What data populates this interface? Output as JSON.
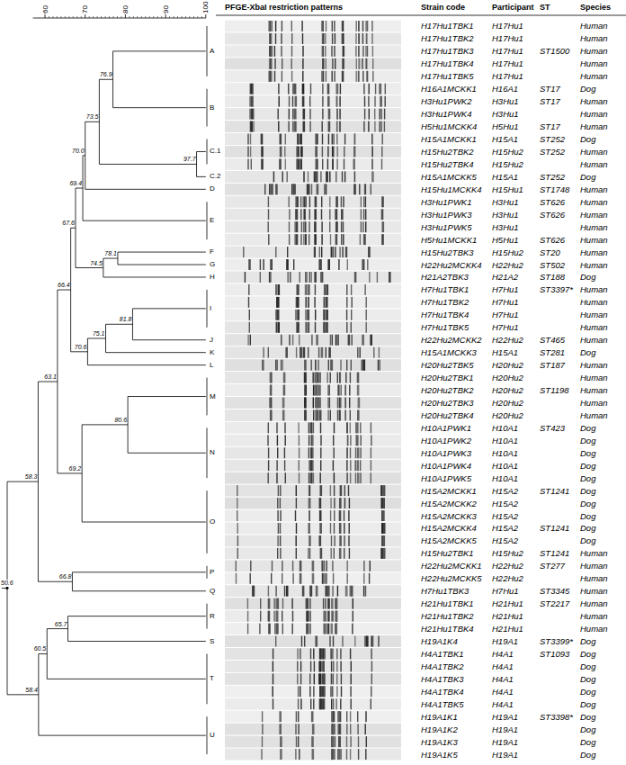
{
  "diagram": {
    "labels": [
      "PFGE-XbaI restriction patterns",
      "Strain code",
      "Participant",
      "ST",
      "Species",
      "60",
      "70",
      "80",
      "90",
      "100",
      "A",
      "B",
      "C.1",
      "C.2",
      "D",
      "E",
      "F",
      "G",
      "H",
      "I",
      "J",
      "K",
      "L",
      "M",
      "N",
      "O",
      "P",
      "Q",
      "R",
      "S",
      "T",
      "U",
      "76.9",
      "97.7",
      "73.5",
      "70.0",
      "69.4",
      "78.1",
      "74.5",
      "67.6",
      "81.8",
      "75.1",
      "70.6",
      "66.4",
      "80.6",
      "69.2",
      "63.1",
      "66.8",
      "58.3",
      "65.7",
      "60.5",
      "58.4",
      "50.6",
      "H17Hu1TBK1",
      "H17Hu1",
      "Human",
      "H17Hu1TBK2",
      "H17Hu1",
      "Human",
      "H17Hu1TBK3",
      "H17Hu1",
      "ST1500",
      "Human",
      "H17Hu1TBK4",
      "H17Hu1",
      "Human",
      "H17Hu1TBK5",
      "H17Hu1",
      "Human",
      "H16A1MCKK1",
      "H16A1",
      "ST17",
      "Dog",
      "H3Hu1PWK2",
      "H3Hu1",
      "ST17",
      "Human",
      "H3Hu1PWK4",
      "H3Hu1",
      "Human",
      "H5Hu1MCKK4",
      "H5Hu1",
      "ST17",
      "Human",
      "H15A1MCKK1",
      "H15A1",
      "ST252",
      "Dog",
      "H15Hu2TBK2",
      "H15Hu2",
      "ST252",
      "Human",
      "H15Hu2TBK4",
      "H15Hu2",
      "Human",
      "H15A1MCKK5",
      "H15A1",
      "ST252",
      "Dog",
      "H15Hu1MCKK4",
      "H15Hu1",
      "ST1748",
      "Human",
      "H3Hu1PWK1",
      "H3Hu1",
      "ST626",
      "Human",
      "H3Hu1PWK3",
      "H3Hu1",
      "ST626",
      "Human",
      "H3Hu1PWK5",
      "H3Hu1",
      "Human",
      "H5Hu1MCKK1",
      "H5Hu1",
      "ST626",
      "Human",
      "H15Hu2TBK3",
      "H15Hu2",
      "ST20",
      "Human",
      "H22Hu2MCKK4",
      "H22Hu2",
      "ST502",
      "Human",
      "H21A2TBK3",
      "H21A2",
      "ST188",
      "Dog",
      "H7Hu1TBK1",
      "H7Hu1",
      "ST3397*",
      "Human",
      "H7Hu1TBK2",
      "H7Hu1",
      "Human",
      "H7Hu1TBK4",
      "H7Hu1",
      "Human",
      "H7Hu1TBK5",
      "H7Hu1",
      "Human",
      "H22Hu2MCKK2",
      "H22Hu2",
      "ST465",
      "Human",
      "H15A1MCKK3",
      "H15A1",
      "ST281",
      "Dog",
      "H20Hu2TBK5",
      "H20Hu2",
      "ST187",
      "Human",
      "H20Hu2TBK1",
      "H20Hu2",
      "Human",
      "H20Hu2TBK2",
      "H20Hu2",
      "ST1198",
      "Human",
      "H20Hu2TBK3",
      "H20Hu2",
      "Human",
      "H20Hu2TBK4",
      "H20Hu2",
      "Human",
      "H10A1PWK1",
      "H10A1",
      "ST423",
      "Dog",
      "H10A1PWK2",
      "H10A1",
      "Dog",
      "H10A1PWK3",
      "H10A1",
      "Dog",
      "H10A1PWK4",
      "H10A1",
      "Dog",
      "H10A1PWK5",
      "H10A1",
      "Dog",
      "H15A2MCKK1",
      "H15A2",
      "ST1241",
      "Dog",
      "H15A2MCKK2",
      "H15A2",
      "Dog",
      "H15A2MCKK3",
      "H15A2",
      "Dog",
      "H15A2MCKK4",
      "H15A2",
      "ST1241",
      "Dog",
      "H15A2MCKK5",
      "H15A2",
      "Dog",
      "H15Hu2TBK1",
      "H15Hu2",
      "ST1241",
      "Human",
      "H22Hu2MCKK1",
      "H22Hu2",
      "ST277",
      "Human",
      "H22Hu2MCKK5",
      "H22Hu2",
      "Human",
      "H7Hu1TBK3",
      "H7Hu1",
      "ST3345",
      "Human",
      "H21Hu1TBK1",
      "H21Hu1",
      "ST2217",
      "Human",
      "H21Hu1TBK2",
      "H21Hu1",
      "Human",
      "H21Hu1TBK4",
      "H21Hu1",
      "Human",
      "H19A1K4",
      "H19A1",
      "ST3399*",
      "Dog",
      "H4A1TBK1",
      "H4A1",
      "ST1093",
      "Dog",
      "H4A1TBK2",
      "H4A1",
      "Dog",
      "H4A1TBK3",
      "H4A1",
      "Dog",
      "H4A1TBK4",
      "H4A1",
      "Dog",
      "H4A1TBK5",
      "H4A1",
      "Dog",
      "H19A1K1",
      "H19A1",
      "ST3398*",
      "Dog",
      "H19A1K2",
      "H19A1",
      "Dog",
      "H19A1K3",
      "H19A1",
      "Dog",
      "H19A1K5",
      "H19A1",
      "Dog"
    ]
  }
}
